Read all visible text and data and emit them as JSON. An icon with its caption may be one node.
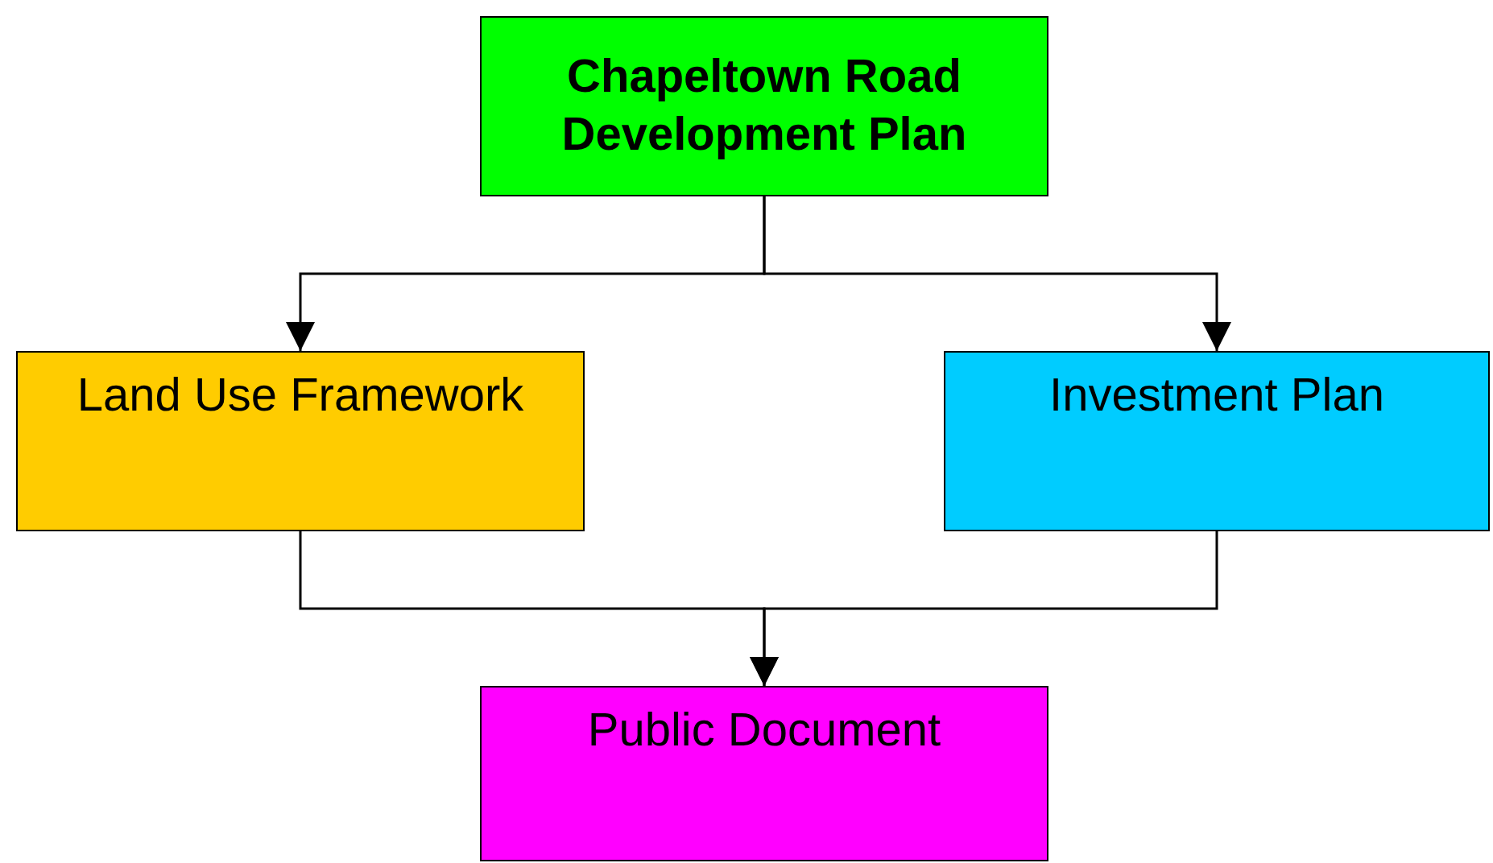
{
  "diagram": {
    "nodes": [
      {
        "text": [
          "Chapeltown Road Development Plan"
        ]
      },
      {
        "text": [
          "Land Use Framework"
        ]
      },
      {
        "text": [
          "Investment Plan"
        ]
      },
      {
        "text": [
          "Public Document"
        ]
      }
    ],
    "edges": [
      {
        "from": 0,
        "to": 1,
        "arrow": "to"
      },
      {
        "from": 0,
        "to": 2,
        "arrow": "to"
      },
      {
        "from": 1,
        "to": 3,
        "arrow": "to"
      },
      {
        "from": 2,
        "to": 3,
        "arrow": "to"
      }
    ]
  }
}
